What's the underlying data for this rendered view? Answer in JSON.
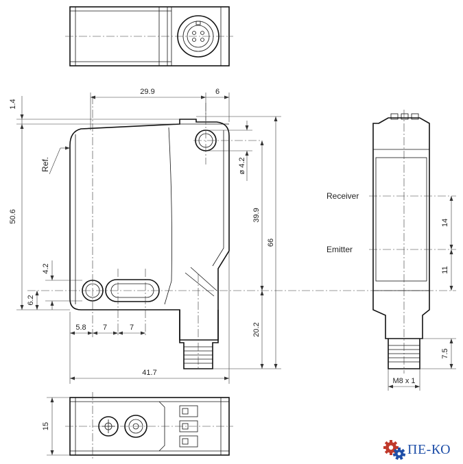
{
  "dimensions": {
    "top_29_9": "29.9",
    "top_6": "6",
    "left_1_4": "1.4",
    "left_50_6": "50.6",
    "left_4_2": "4.2",
    "left_6_2": "6.2",
    "bottom_5_8": "5.8",
    "bottom_7a": "7",
    "bottom_7b": "7",
    "bottom_41_7": "41.7",
    "hole_dia": "ø 4.2",
    "right_39_9": "39.9",
    "right_66": "66",
    "right_20_2": "20.2",
    "side_14": "14",
    "side_11": "11",
    "side_7_5": "7.5",
    "thread": "M8 x 1",
    "bottom_view_15": "15"
  },
  "labels": {
    "ref": "Ref.",
    "receiver": "Receiver",
    "emitter": "Emitter"
  },
  "logo": {
    "text": "ПЕ-КО",
    "gear_colors": [
      "#c0392b",
      "#1f4fa8"
    ]
  }
}
